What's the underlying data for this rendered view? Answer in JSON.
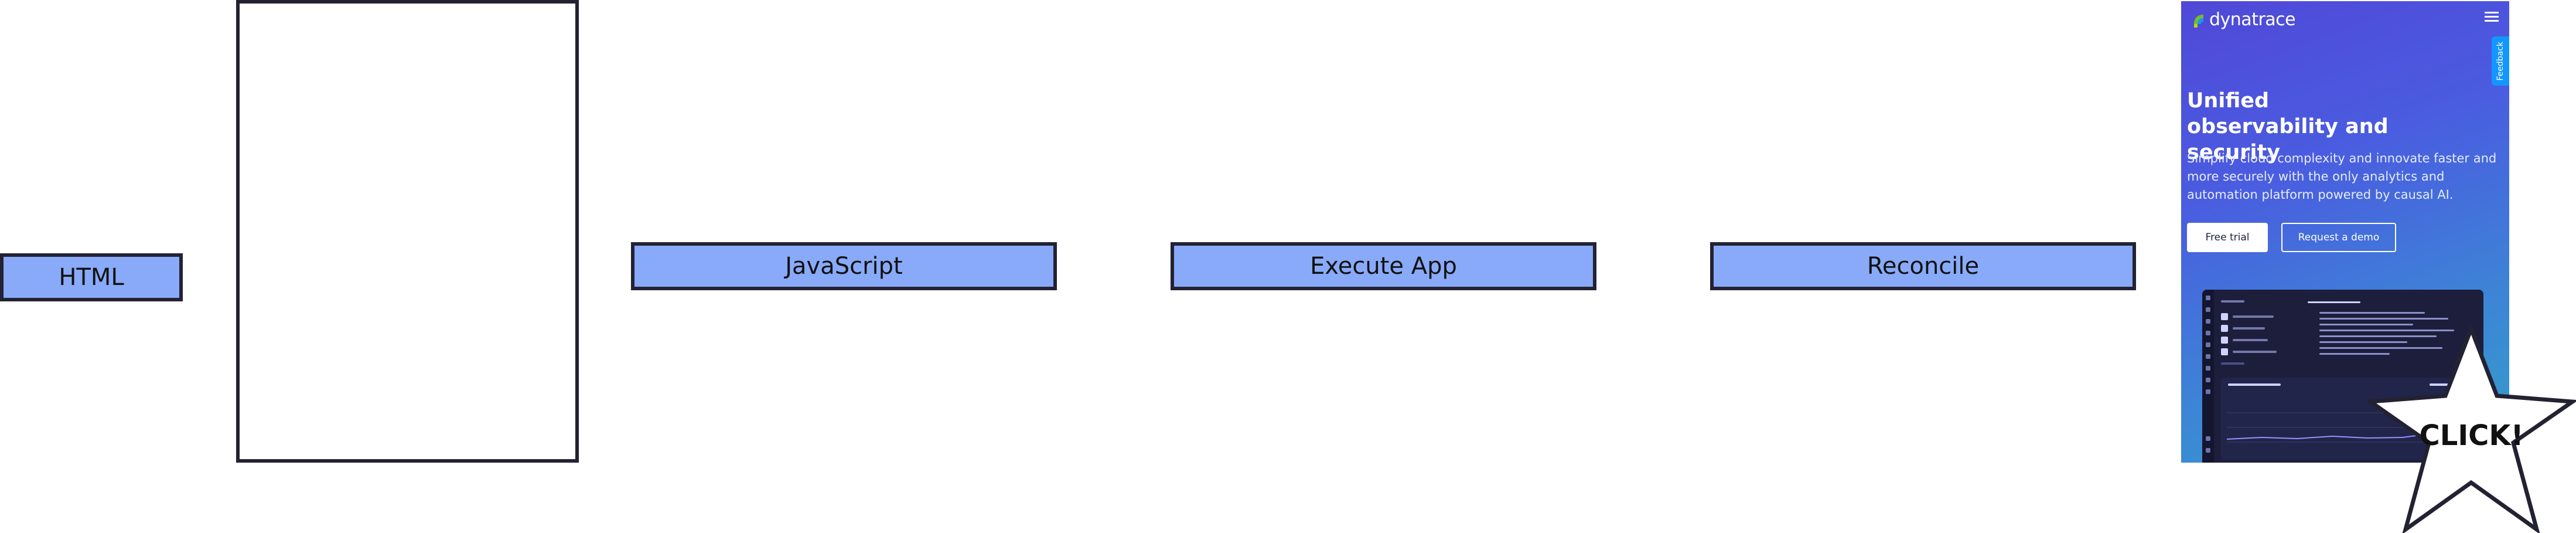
{
  "diagram": {
    "stages": {
      "html": "HTML",
      "javascript": "JavaScript",
      "execute": "Execute App",
      "reconcile": "Reconcile"
    },
    "click_label": "CLICK!",
    "colors": {
      "box_fill": "#88aaf8",
      "box_border": "#222233"
    }
  },
  "phone": {
    "brand": "dynatrace",
    "feedback": "Feedback",
    "hero": {
      "title": "Unified observability and security",
      "subtitle": "Simplify cloud complexity and innovate faster and more securely with the only analytics and automation platform powered by causal AI."
    },
    "buttons": {
      "free_trial": "Free trial",
      "request_demo": "Request a demo"
    },
    "icons": [
      "dynatrace-logo-icon",
      "menu-icon"
    ]
  }
}
